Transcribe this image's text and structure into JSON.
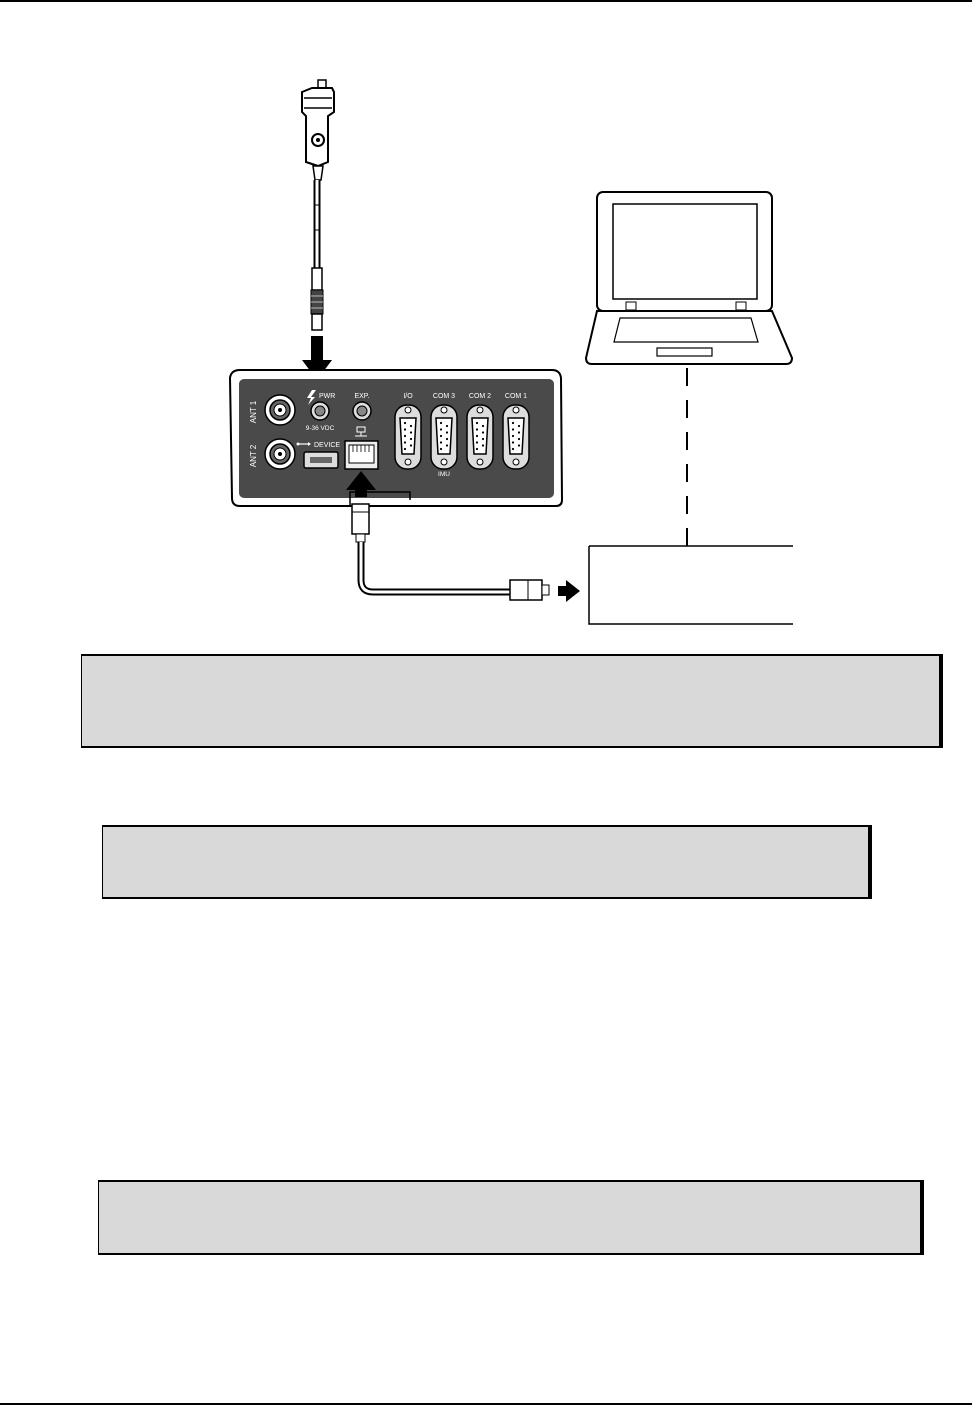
{
  "receiver_panel": {
    "ports": {
      "ant1": "ANT 1",
      "ant2": "ANT 2",
      "pwr": "PWR",
      "pwr_voltage": "9-36 VDC",
      "device": "DEVICE",
      "exp": "EXP.",
      "io": "I/O",
      "com3": "COM 3",
      "com2": "COM 2",
      "com1": "COM 1",
      "imu": "IMU"
    }
  },
  "icons": [
    "power-lightning-icon",
    "usb-icon",
    "ethernet-icon",
    "arrow-down-icon",
    "arrow-up-icon",
    "arrow-right-icon",
    "laptop-icon",
    "cigarette-lighter-adapter-icon",
    "rj45-plug-icon"
  ]
}
